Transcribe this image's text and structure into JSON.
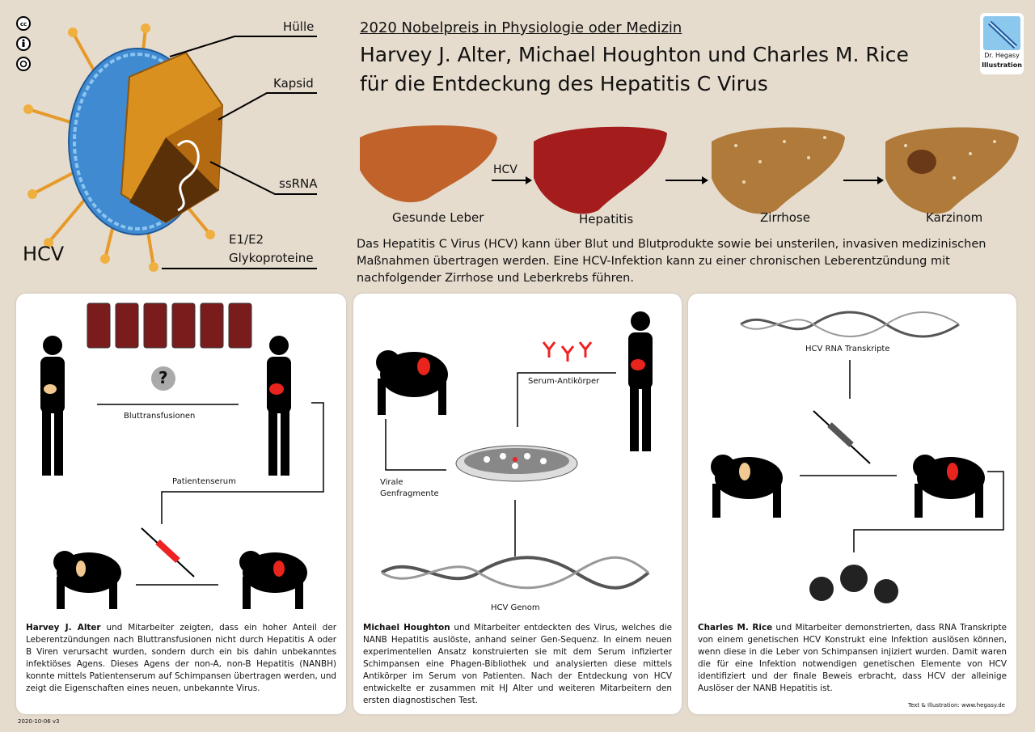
{
  "license_icons": [
    "cc-icon",
    "by-icon",
    "sa-icon"
  ],
  "virus": {
    "name": "HCV",
    "labels": {
      "envelope": "Hülle",
      "capsid": "Kapsid",
      "rna": "ssRNA",
      "glyco_line1": "E1/E2",
      "glyco_line2": "Glykoproteine"
    }
  },
  "header": {
    "subtitle": "2020 Nobelpreis in Physiologie oder Medizin",
    "title_line1": "Harvey J. Alter, Michael Houghton und Charles M. Rice",
    "title_line2": "für die Entdeckung des Hepatitis C Virus"
  },
  "logo": {
    "line1": "Dr. Hegasy",
    "line2": "Illustration"
  },
  "livers": {
    "arrow_label": "HCV",
    "stages": [
      "Gesunde Leber",
      "Hepatitis",
      "Zirrhose",
      "Karzinom"
    ]
  },
  "intro": "Das Hepatitis C Virus (HCV) kann über Blut und Blutprodukte sowie bei unsterilen, invasiven medizinischen Maßnahmen übertragen werden. Eine HCV-Infektion kann zu einer chronischen Leberentzündung mit nachfolgender Zirrhose und Leberkrebs führen.",
  "panel1": {
    "transfusion_label": "Bluttransfusionen",
    "serum_label": "Patientenserum",
    "unknown_symbol": "?",
    "name": "Harvey J. Alter",
    "text": " und Mitarbeiter zeigten, dass ein hoher Anteil der Leberentzündungen nach Bluttransfusionen nicht durch Hepatitis A oder B Viren verursacht wurden, sondern durch ein bis dahin unbekanntes infektiöses Agens. Dieses Agens der non-A, non-B Hepatitis (NANBH) konnte mittels Patientenserum auf Schimpansen übertragen werden, und zeigt die Eigenschaften eines neuen, unbekannte Virus."
  },
  "panel2": {
    "antibody_label": "Serum-Antikörper",
    "fragments_line1": "Virale",
    "fragments_line2": "Genfragmente",
    "genome_label": "HCV Genom",
    "name": "Michael Houghton",
    "text": " und Mitarbeiter entdeckten des Virus, welches die NANB Hepatitis auslöste, anhand seiner Gen-Sequenz. In einem neuen experimentellen Ansatz konstruierten sie mit dem Serum infizierter Schimpansen eine Phagen-Bibliothek und analysierten diese mittels Antikörper im Serum von Patienten. Nach der Entdeckung von HCV entwickelte er zusammen mit HJ Alter und weiteren Mitarbeitern den ersten diagnostischen Test."
  },
  "panel3": {
    "rna_label": "HCV RNA Transkripte",
    "name": "Charles M. Rice",
    "text": " und Mitarbeiter demonstrierten, dass RNA Transkripte von einem genetischen HCV Konstrukt eine Infektion auslösen können, wenn diese in die Leber von Schimpansen injiziert wurden. Damit waren die für eine Infektion notwendigen genetischen Elemente von HCV identifiziert und der finale Beweis erbracht, dass HCV der alleinige Auslöser der NANB Hepatitis ist.",
    "credit": "Text & Illustration: www.hegasy.de"
  },
  "version": "2020-10-06 v3",
  "colors": {
    "background": "#e6dccd",
    "healthy_liver": "#c0622a",
    "hepatitis_liver": "#a51c1c",
    "cirrhosis_liver": "#b07a3a",
    "red_liver": "#e8241c"
  }
}
